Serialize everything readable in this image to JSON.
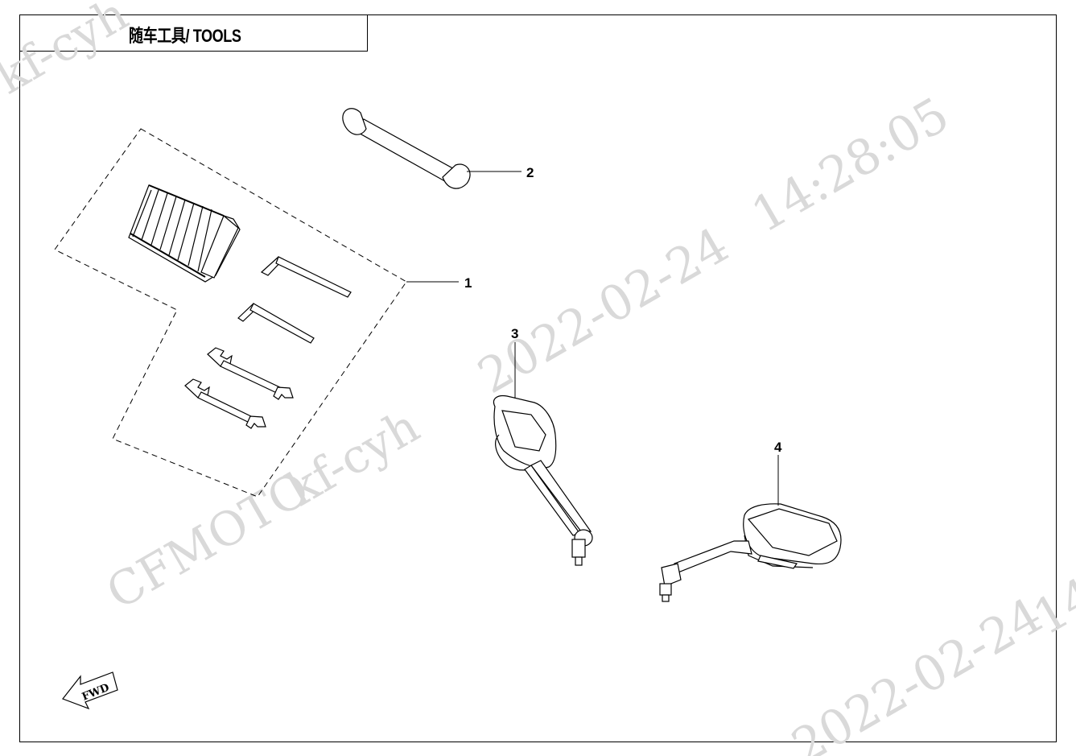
{
  "title": "随车工具/ TOOLS",
  "watermark": {
    "user": "kf-cyh",
    "date": "2022-02-24",
    "time": "14:28:05",
    "brand": "CFMOTO",
    "color": "#d9d9d9"
  },
  "callouts": [
    "1",
    "2",
    "3",
    "4"
  ],
  "fwd_label": "FWD"
}
